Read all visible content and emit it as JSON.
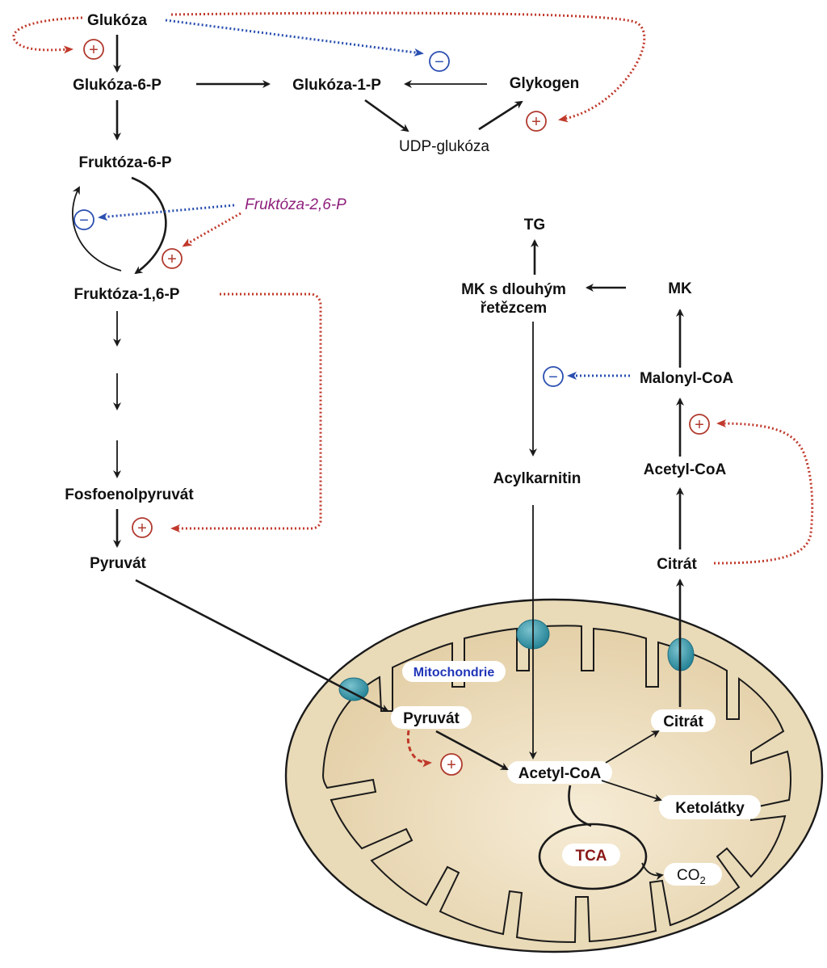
{
  "labels": {
    "glukoza": "Glukóza",
    "glukoza6p": "Glukóza-6-P",
    "glukoza1p": "Glukóza-1-P",
    "glykogen": "Glykogen",
    "udpglukoza": "UDP-glukóza",
    "fruktoza6p": "Fruktóza-6-P",
    "fruktoza26p": "Fruktóza-2,6-P",
    "fruktoza16p": "Fruktóza-1,6-P",
    "fosfoenolpyruvat": "Fosfoenolpyruvát",
    "pyruvat": "Pyruvát",
    "tg": "TG",
    "mk_dlouhy_1": "MK s dlouhým",
    "mk_dlouhy_2": "řetězcem",
    "mk": "MK",
    "malonylcoa": "Malonyl-CoA",
    "acetylcoa_cyto": "Acetyl-CoA",
    "acylkarnitin": "Acylkarnitin",
    "citrat_cyto": "Citrát",
    "mitochondrie": "Mitochondrie",
    "pyruvat_mito": "Pyruvát",
    "citrat_mito": "Citrát",
    "acetylcoa_mito": "Acetyl-CoA",
    "ketolatky": "Ketolátky",
    "tca": "TCA",
    "co2": "CO",
    "co2_sub": "2"
  },
  "symbols": {
    "plus": "+",
    "minus": "−"
  },
  "colors": {
    "activation": "#c0392b",
    "inhibition": "#2a4fb0",
    "regulator": "#8e1f7c",
    "mito_fill": "#ecdcb9",
    "transporter": "#2e93a6"
  }
}
